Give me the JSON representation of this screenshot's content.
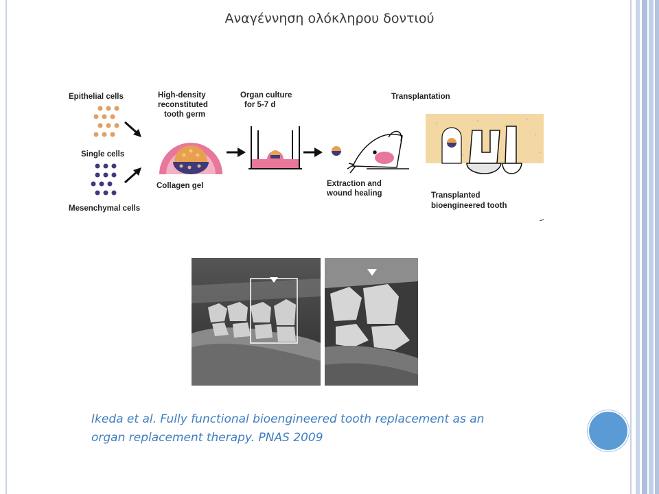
{
  "slide": {
    "title": "Αναγέννηση ολόκληρου δοντιού",
    "citation": {
      "line1": "Ikeda et al. Fully functional bioengineered tooth replacement as an",
      "line2": "organ replacement therapy. PNAS 2009"
    }
  },
  "diagram": {
    "labels": {
      "epithelial": "Epithelial cells",
      "single": "Single cells",
      "mesenchymal": "Mesenchymal cells",
      "germ1": "High-density",
      "germ2": "reconstituted",
      "germ3": "tooth germ",
      "collagen": "Collagen gel",
      "culture1": "Organ culture",
      "culture2": "for 5-7 d",
      "transplantation": "Transplantation",
      "extraction1": "Extraction and",
      "extraction2": "wound healing",
      "transplanted1": "Transplanted",
      "transplanted2": "bioengineered tooth"
    }
  },
  "colors": {
    "citation": "#3f7fc0",
    "accent_circle": "#5b9bd5",
    "epithelial_cell": "#e0a065",
    "mesenchymal_cell": "#3f3a7a",
    "gel_pink": "#e8779a",
    "bone_yellow": "#f4d8a4"
  }
}
